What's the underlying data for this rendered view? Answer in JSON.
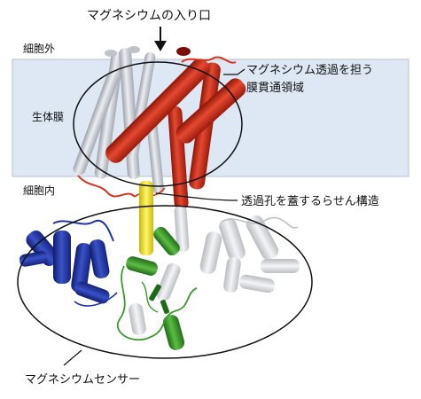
{
  "labels": {
    "entrance": "マグネシウムの入り口",
    "outside": "細胞外",
    "membrane": "生体膜",
    "inside": "細胞内",
    "tm_domain_line1": "マグネシウム透過を担う",
    "tm_domain_line2": "膜貫通領域",
    "plug_helix": "透過孔を蓋するらせん構造",
    "sensor": "マグネシウムセンサー"
  },
  "colors": {
    "membrane_fill": "#dde8f4",
    "tm_helix_red": "#d8321e",
    "tm_helix_grey": "#c9ccd3",
    "plug_helix_yellow": "#f1e01c",
    "sensor_blue": "#1f35a6",
    "sensor_green": "#3a9a2c",
    "sensor_grey": "#d9dadd",
    "outline": "#111111"
  }
}
